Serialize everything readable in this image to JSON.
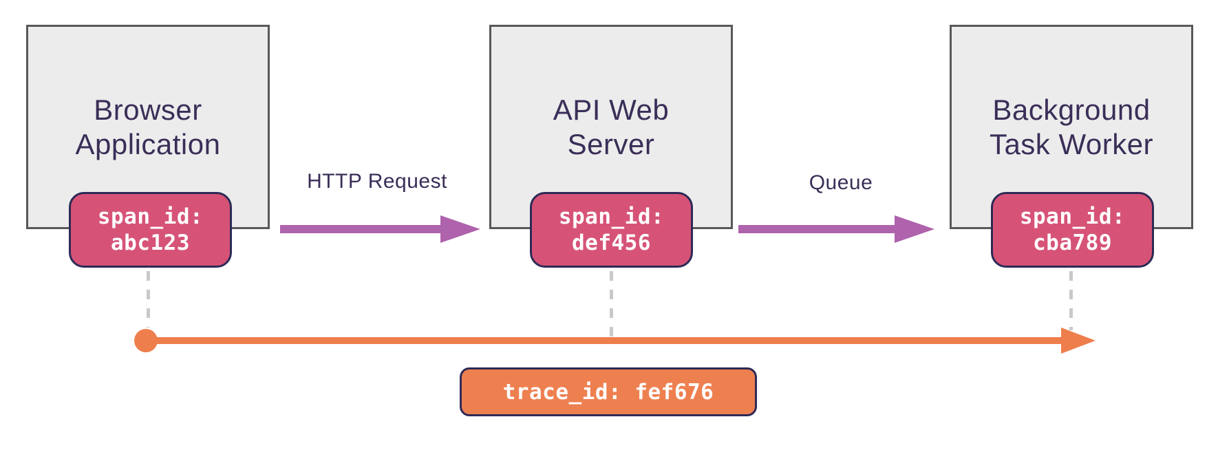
{
  "diagram": {
    "nodes": [
      {
        "title_lines": [
          "Browser",
          "Application"
        ],
        "badge": {
          "label": "span_id:",
          "value": "abc123"
        }
      },
      {
        "title_lines": [
          "API Web",
          "Server"
        ],
        "badge": {
          "label": "span_id:",
          "value": "def456"
        }
      },
      {
        "title_lines": [
          "Background",
          "Task Worker"
        ],
        "badge": {
          "label": "span_id:",
          "value": "cba789"
        }
      }
    ],
    "arrows": [
      {
        "label": "HTTP Request"
      },
      {
        "label": "Queue"
      }
    ],
    "trace_badge": {
      "text": "trace_id: fef676"
    },
    "colors": {
      "node_fill": "#ececec",
      "node_border": "#58585a",
      "title_text": "#3a2e58",
      "span_badge_fill": "#d65377",
      "badge_border": "#2d2a56",
      "arrow_purple": "#af63ac",
      "trace_orange": "#ee7f4d",
      "dashed_connector": "#c9c9c9",
      "badge_text": "#ffffff"
    }
  }
}
